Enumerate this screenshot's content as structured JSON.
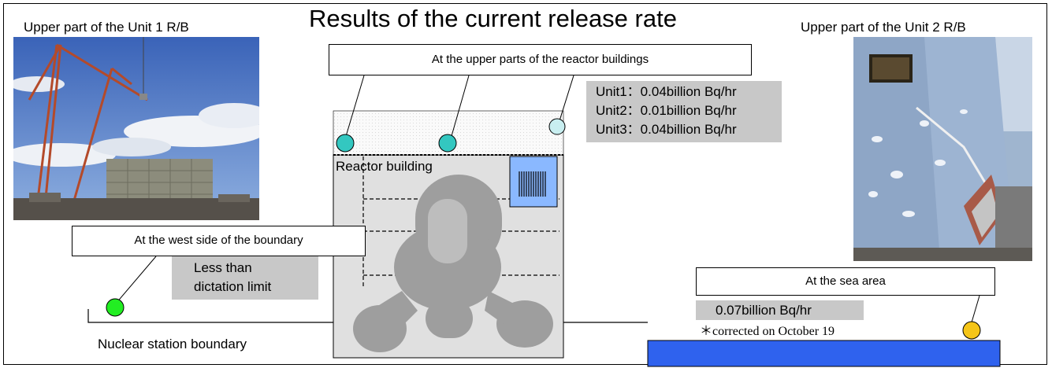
{
  "title": "Results of the current release rate",
  "photos": {
    "unit1_caption": "Upper part of the Unit 1 R/B",
    "unit2_caption": "Upper part of the Unit 2 R/B"
  },
  "callouts": {
    "reactor_upper": "At the upper parts of the reactor buildings",
    "west_boundary": "At the west side of the boundary",
    "sea_area": "At the sea area"
  },
  "readings": {
    "unit1": "Unit1：0.04billion Bq/hr",
    "unit2": "Unit2：0.01billion Bq/hr",
    "unit3": "Unit3：0.04billion Bq/hr",
    "west_line1": "Less than",
    "west_line2": "dictation limit",
    "sea": "0.07billion Bq/hr",
    "sea_note": "＊corrected on October 19"
  },
  "labels": {
    "reactor_building": "Reactor building",
    "boundary": "Nuclear station boundary"
  },
  "colors": {
    "teal_marker": "#33c7c0",
    "pale_marker": "#c8eef0",
    "green_marker": "#22ee22",
    "orange_marker": "#f5c518",
    "sea": "#2f62ee",
    "pool": "#8ab8ff"
  }
}
